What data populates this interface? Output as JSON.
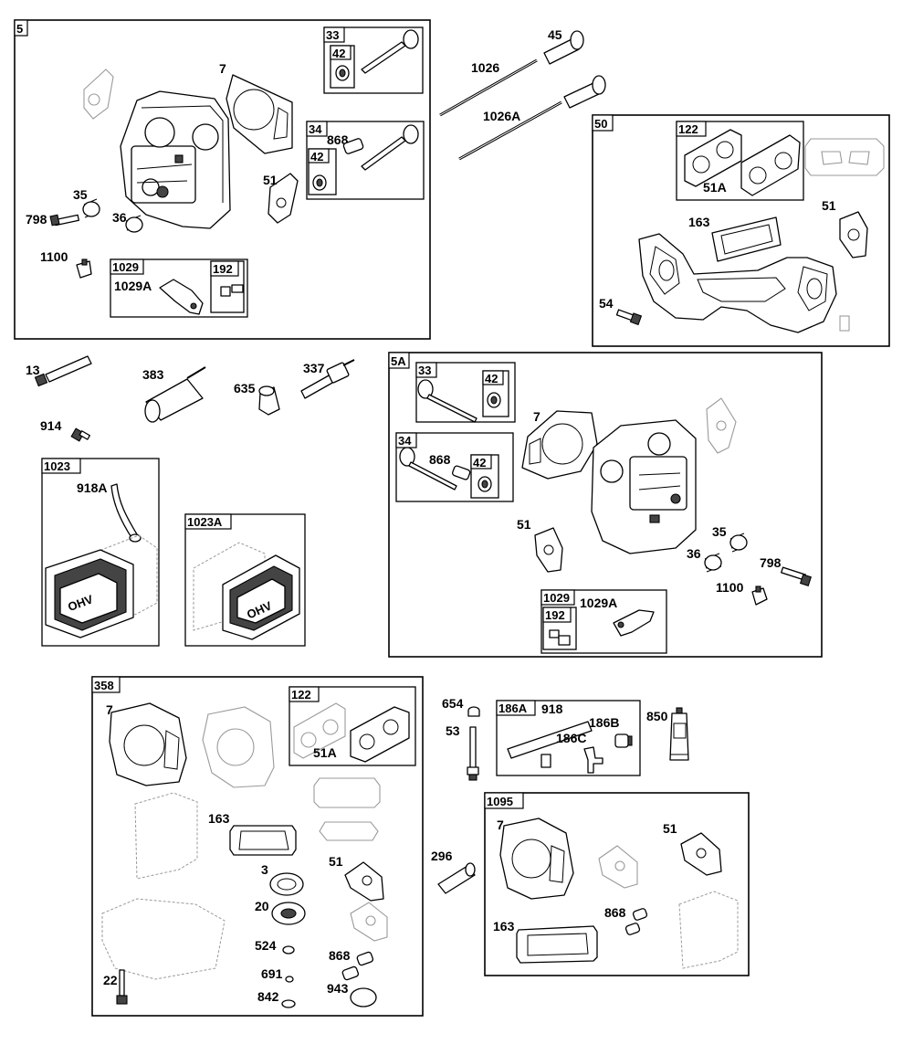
{
  "boxes": {
    "b5": "5",
    "b33a": "33",
    "b42a": "42",
    "b34a": "34",
    "b42b": "42",
    "b1029a": "1029",
    "b192a": "192",
    "b50": "50",
    "b122a": "122",
    "b5A": "5A",
    "b33b": "33",
    "b42c": "42",
    "b34b": "34",
    "b42d": "42",
    "b1029b": "1029",
    "b192b": "192",
    "b1023": "1023",
    "b1023A": "1023A",
    "b358": "358",
    "b122b": "122",
    "b186A": "186A",
    "b1095": "1095"
  },
  "labels": {
    "l7a": "7",
    "l51a": "51",
    "l35a": "35",
    "l36a": "36",
    "l798a": "798",
    "l1100a": "1100",
    "l1029Aa": "1029A",
    "l868a": "868",
    "l45": "45",
    "l1026": "1026",
    "l1026A": "1026A",
    "l51Aa": "51A",
    "l163a": "163",
    "l51b": "51",
    "l54": "54",
    "l13": "13",
    "l383": "383",
    "l635": "635",
    "l337": "337",
    "l914": "914",
    "l918A": "918A",
    "l7b": "7",
    "l868b": "868",
    "l51c": "51",
    "l35b": "35",
    "l36b": "36",
    "l798b": "798",
    "l1100b": "1100",
    "l1029Ab": "1029A",
    "l7c": "7",
    "l51Ab": "51A",
    "l163b": "163",
    "l3": "3",
    "l51d": "51",
    "l20": "20",
    "l524": "524",
    "l868c": "868",
    "l691": "691",
    "l22": "22",
    "l842": "842",
    "l943": "943",
    "l654": "654",
    "l53": "53",
    "l918": "918",
    "l186B": "186B",
    "l186C": "186C",
    "l850": "850",
    "l296": "296",
    "l7d": "7",
    "l51e": "51",
    "l868d": "868",
    "l163c": "163"
  },
  "valve_cover_text": "OHV"
}
